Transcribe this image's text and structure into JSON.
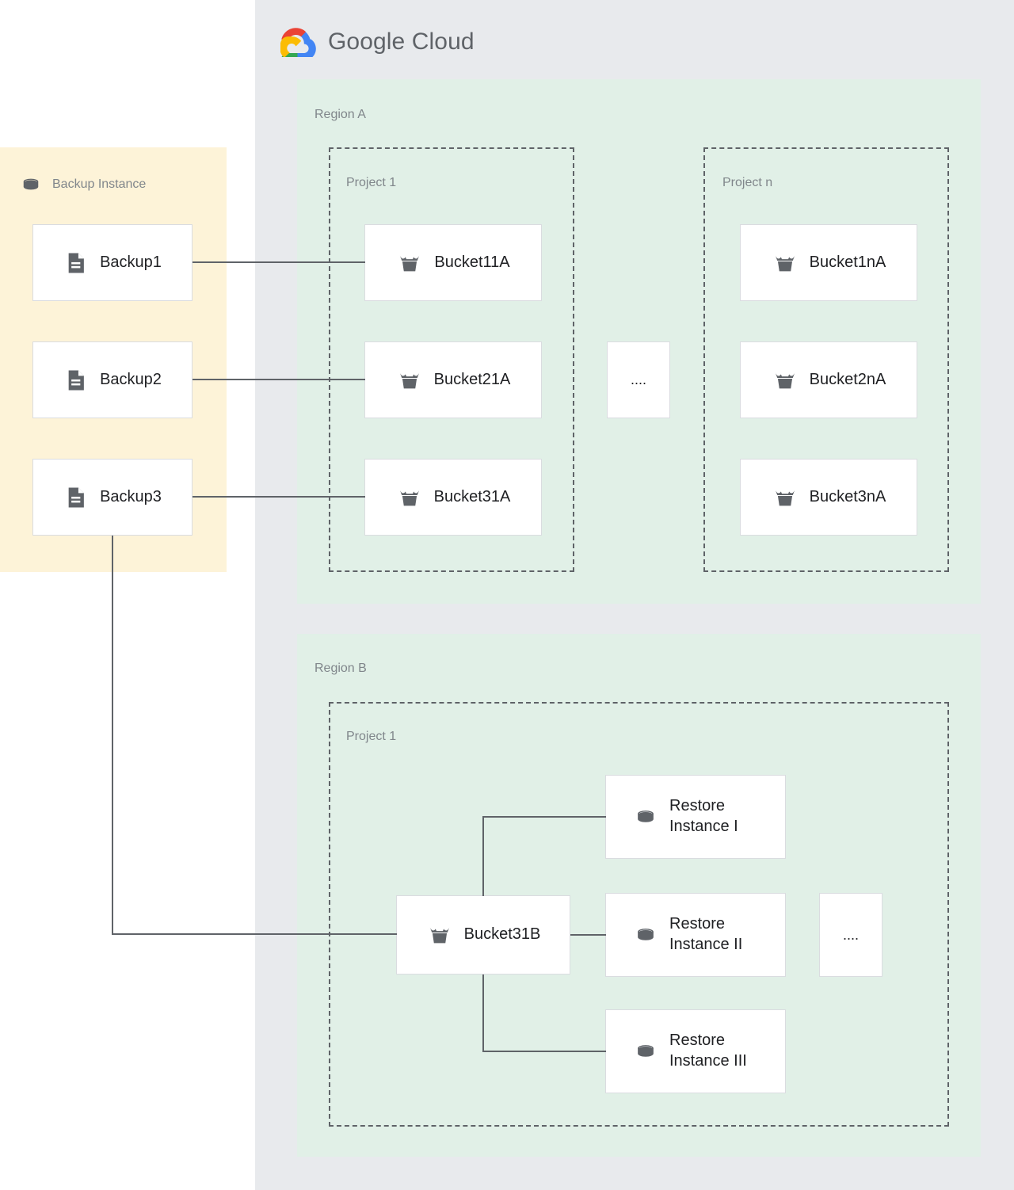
{
  "brand": {
    "name_bold": "Google",
    "name_light": "Cloud",
    "logo_icon": "google-cloud-logo-icon",
    "logo_colors": {
      "red": "#ea4335",
      "yellow": "#fbbc04",
      "green": "#34a853",
      "blue": "#4285f4"
    }
  },
  "colors": {
    "cloud_background": "#e8eaed",
    "region_background": "#e1f0e7",
    "backup_panel_background": "#fdf3d8",
    "node_background": "#ffffff",
    "node_border": "#dadce0",
    "connector": "#5f6368",
    "label_text": "#80868b",
    "node_text": "#202124",
    "icon_fill": "#5f6368"
  },
  "backup_instance": {
    "title": "Backup Instance",
    "icon": "database-cylinder-icon",
    "backups": [
      {
        "label": "Backup1",
        "icon": "document-icon"
      },
      {
        "label": "Backup2",
        "icon": "document-icon"
      },
      {
        "label": "Backup3",
        "icon": "document-icon"
      }
    ]
  },
  "regions": [
    {
      "label": "Region A",
      "projects": [
        {
          "label": "Project 1",
          "buckets": [
            {
              "label": "Bucket11A",
              "icon": "storage-bucket-icon"
            },
            {
              "label": "Bucket21A",
              "icon": "storage-bucket-icon"
            },
            {
              "label": "Bucket31A",
              "icon": "storage-bucket-icon"
            }
          ]
        },
        {
          "label": "Project n",
          "buckets": [
            {
              "label": "Bucket1nA",
              "icon": "storage-bucket-icon"
            },
            {
              "label": "Bucket2nA",
              "icon": "storage-bucket-icon"
            },
            {
              "label": "Bucket3nA",
              "icon": "storage-bucket-icon"
            }
          ]
        }
      ],
      "ellipsis": "...."
    },
    {
      "label": "Region B",
      "projects": [
        {
          "label": "Project 1",
          "buckets": [
            {
              "label": "Bucket31B",
              "icon": "storage-bucket-icon"
            }
          ],
          "restore_instances": [
            {
              "label": "Restore\nInstance I",
              "icon": "database-cylinder-icon"
            },
            {
              "label": "Restore\nInstance II",
              "icon": "database-cylinder-icon"
            },
            {
              "label": "Restore\nInstance III",
              "icon": "database-cylinder-icon"
            }
          ]
        }
      ],
      "ellipsis": "...."
    }
  ]
}
